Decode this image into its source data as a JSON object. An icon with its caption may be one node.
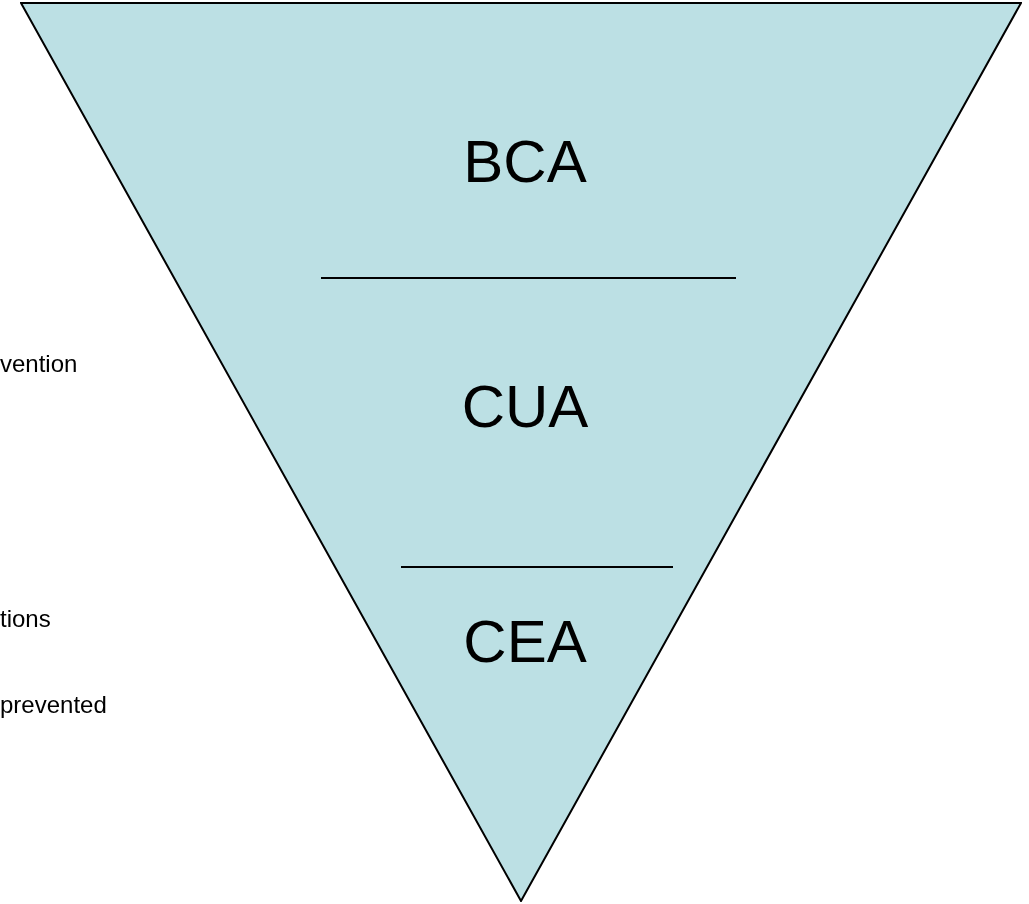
{
  "diagram": {
    "nodes": [
      {
        "text": [],
        "shape": "triangle"
      },
      {
        "text": [
          "BCA"
        ],
        "in": 0
      },
      {
        "text": [
          "CUA"
        ],
        "in": 0
      },
      {
        "text": [
          "CEA"
        ],
        "in": 0
      }
    ],
    "labels": [
      "vention",
      "tions",
      "prevented"
    ]
  }
}
